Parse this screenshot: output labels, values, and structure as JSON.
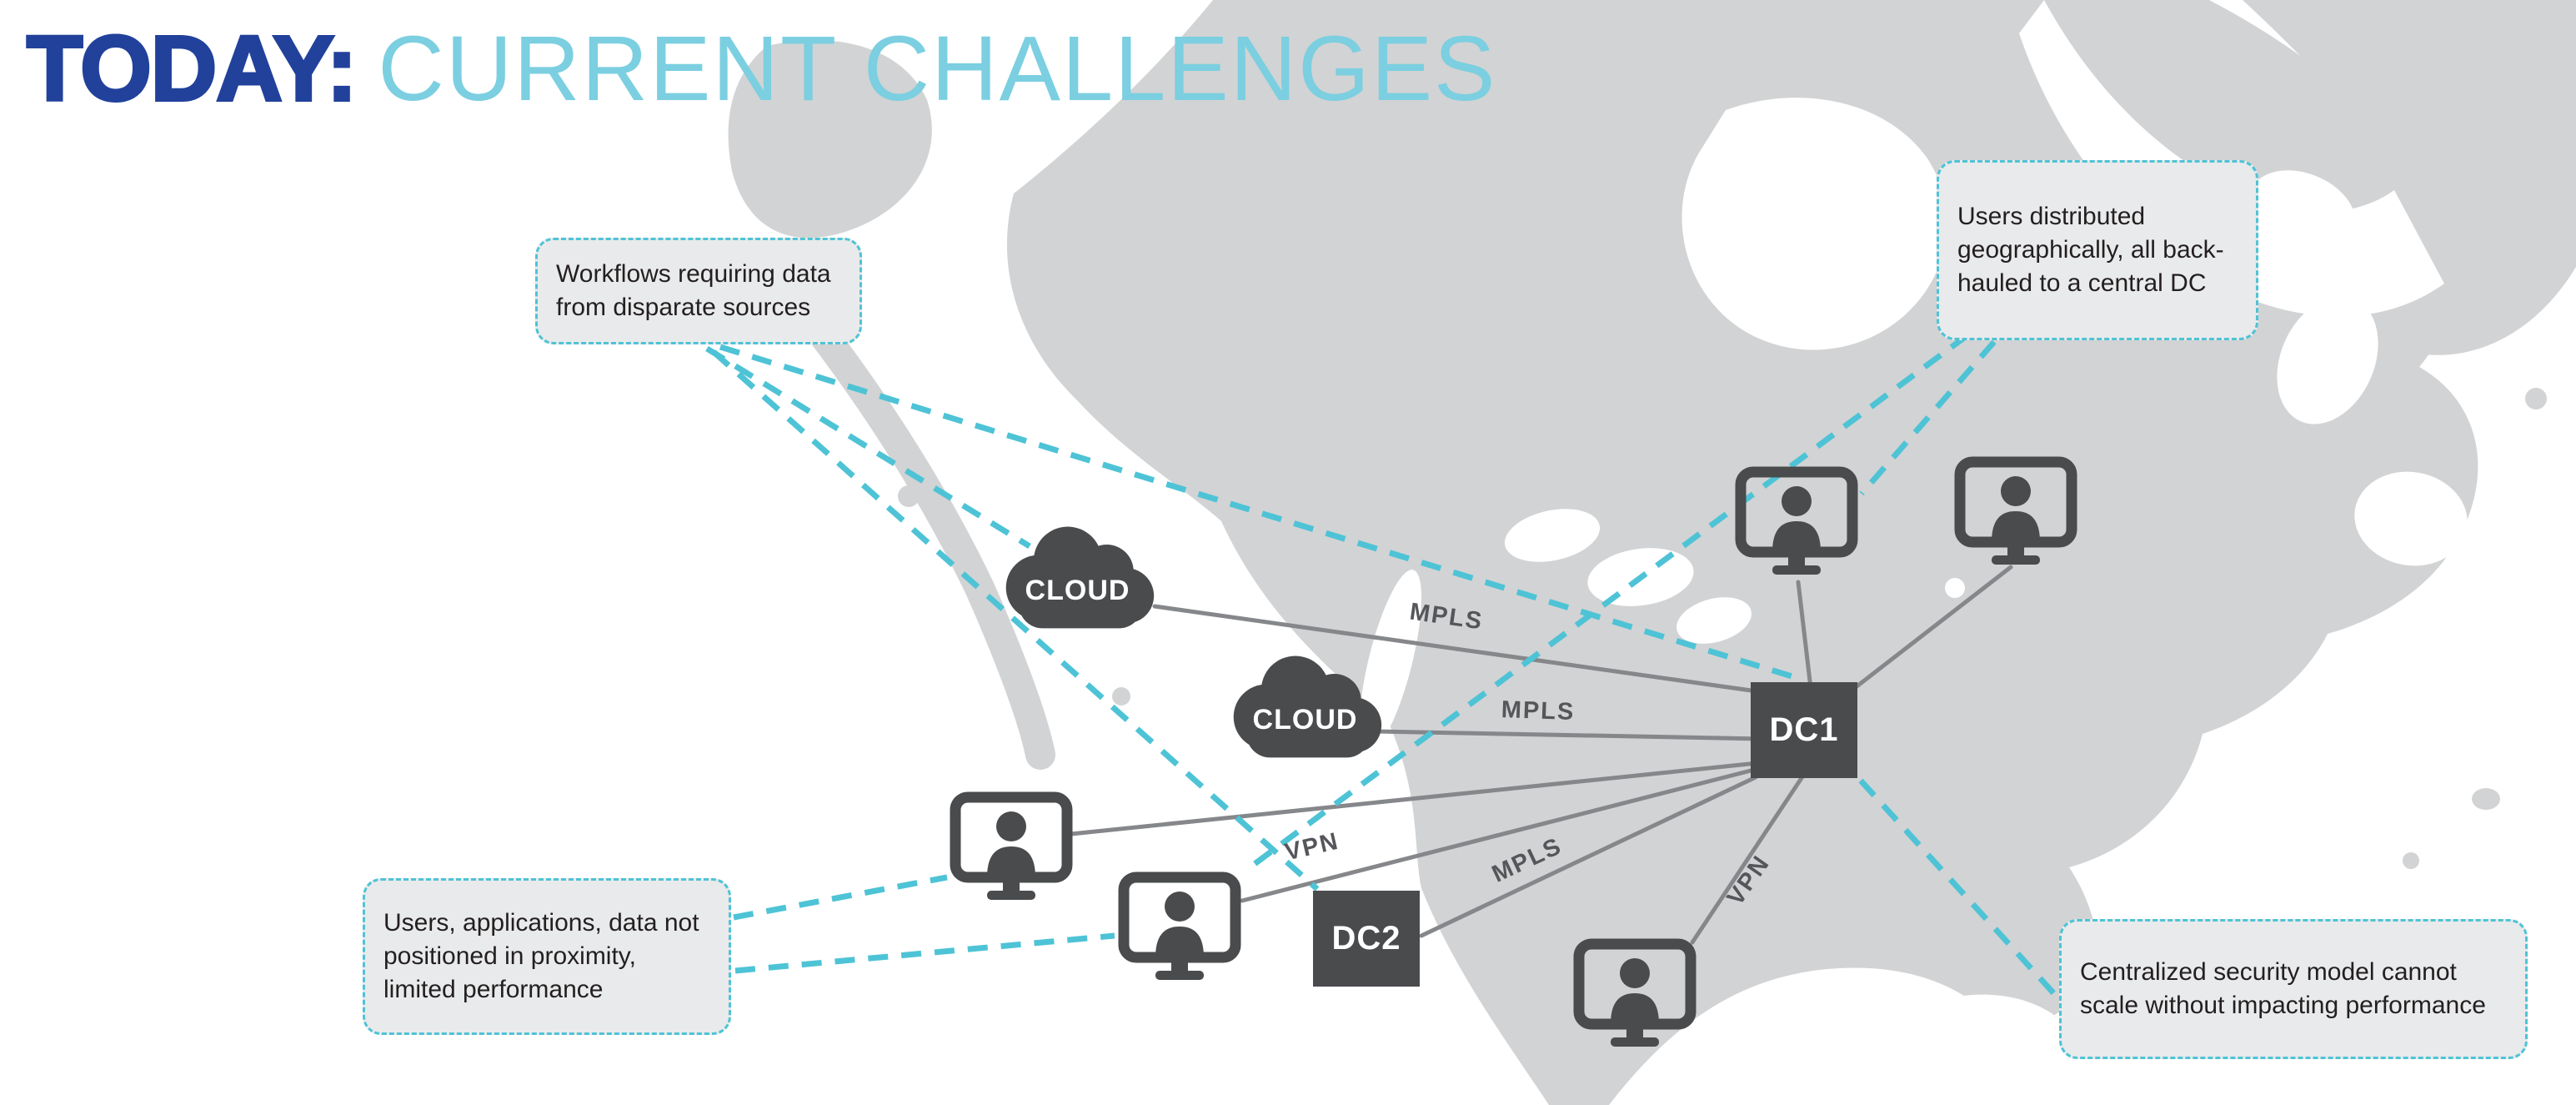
{
  "title": {
    "primary": "TODAY:",
    "secondary": "CURRENT CHALLENGES"
  },
  "callouts": [
    {
      "id": "workflows",
      "text": "Workflows requiring data from disparate sources"
    },
    {
      "id": "users-distributed",
      "text": "Users distributed geographically, all back-hauled to a central DC"
    },
    {
      "id": "users-apps",
      "text": "Users, applications, data not positioned in proximity, limited performance"
    },
    {
      "id": "centralized",
      "text": "Centralized security model cannot scale without impacting performance"
    }
  ],
  "nodes": {
    "dc1": {
      "label": "DC1"
    },
    "dc2": {
      "label": "DC2"
    },
    "cloud1": {
      "label": "CLOUD"
    },
    "cloud2": {
      "label": "CLOUD"
    },
    "users": [
      {
        "id": "user-top-right-1"
      },
      {
        "id": "user-top-right-2"
      },
      {
        "id": "user-bottom-left-1"
      },
      {
        "id": "user-bottom-left-2"
      },
      {
        "id": "user-bottom-center"
      }
    ]
  },
  "link_labels": [
    "MPLS",
    "MPLS",
    "MPLS",
    "VPN",
    "VPN"
  ],
  "links": {
    "solid": [
      {
        "from": "cloud-1",
        "to": "dc-1",
        "label": "MPLS"
      },
      {
        "from": "cloud-2",
        "to": "dc-1",
        "label": "MPLS"
      },
      {
        "from": "dc-2",
        "to": "dc-1",
        "label": "MPLS"
      },
      {
        "from": "user-bottom-left-2",
        "to": "dc-1",
        "label": "VPN"
      },
      {
        "from": "user-bottom-center",
        "to": "dc-1",
        "label": "VPN"
      },
      {
        "from": "user-top-right-1",
        "to": "dc-1",
        "label": ""
      },
      {
        "from": "user-top-right-2",
        "to": "dc-1",
        "label": ""
      },
      {
        "from": "user-bottom-left-1",
        "to": "dc-1",
        "label": ""
      }
    ],
    "dashed": [
      {
        "from": "callout-workflows",
        "to": "cloud-1"
      },
      {
        "from": "callout-workflows",
        "to": "dc-2"
      },
      {
        "from": "callout-workflows",
        "to": "dc-1"
      },
      {
        "from": "callout-users-apps",
        "to": "user-bottom-left-1"
      },
      {
        "from": "callout-users-apps",
        "to": "user-bottom-left-2"
      },
      {
        "from": "callout-users-distributed",
        "to": "user-top-right-1"
      },
      {
        "from": "callout-users-distributed",
        "to": "user-bottom-left-2"
      },
      {
        "from": "dc-1",
        "to": "callout-centralized"
      }
    ]
  },
  "colors": {
    "title_blue": "#21419b",
    "title_teal": "#7bcfe0",
    "node_dark": "#4a4b4d",
    "line_gray": "#85878a",
    "dashed_teal": "#4ec3d6",
    "map_gray": "#d2d3d4",
    "callout_bg": "#e9eaeb",
    "text_dark": "#231f20"
  }
}
